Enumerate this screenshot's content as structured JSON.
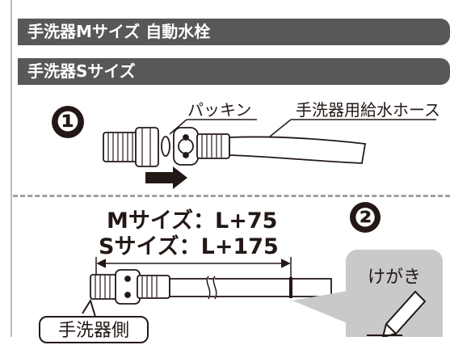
{
  "sections": {
    "size_m_auto": "手洗器Mサイズ 自動水栓",
    "size_s": "手洗器Sサイズ"
  },
  "step1": {
    "number": "❶",
    "packing_label": "パッキン",
    "hose_label": "手洗器用給水ホース"
  },
  "step2": {
    "number": "❷",
    "m_size_length": "Mサイズ：L+75",
    "s_size_length": "Sサイズ：L+175",
    "marking_label": "けがき",
    "faucet_side_label": "手洗器側"
  },
  "icons": [
    "arrow-right-icon",
    "scriber-pen-icon"
  ]
}
